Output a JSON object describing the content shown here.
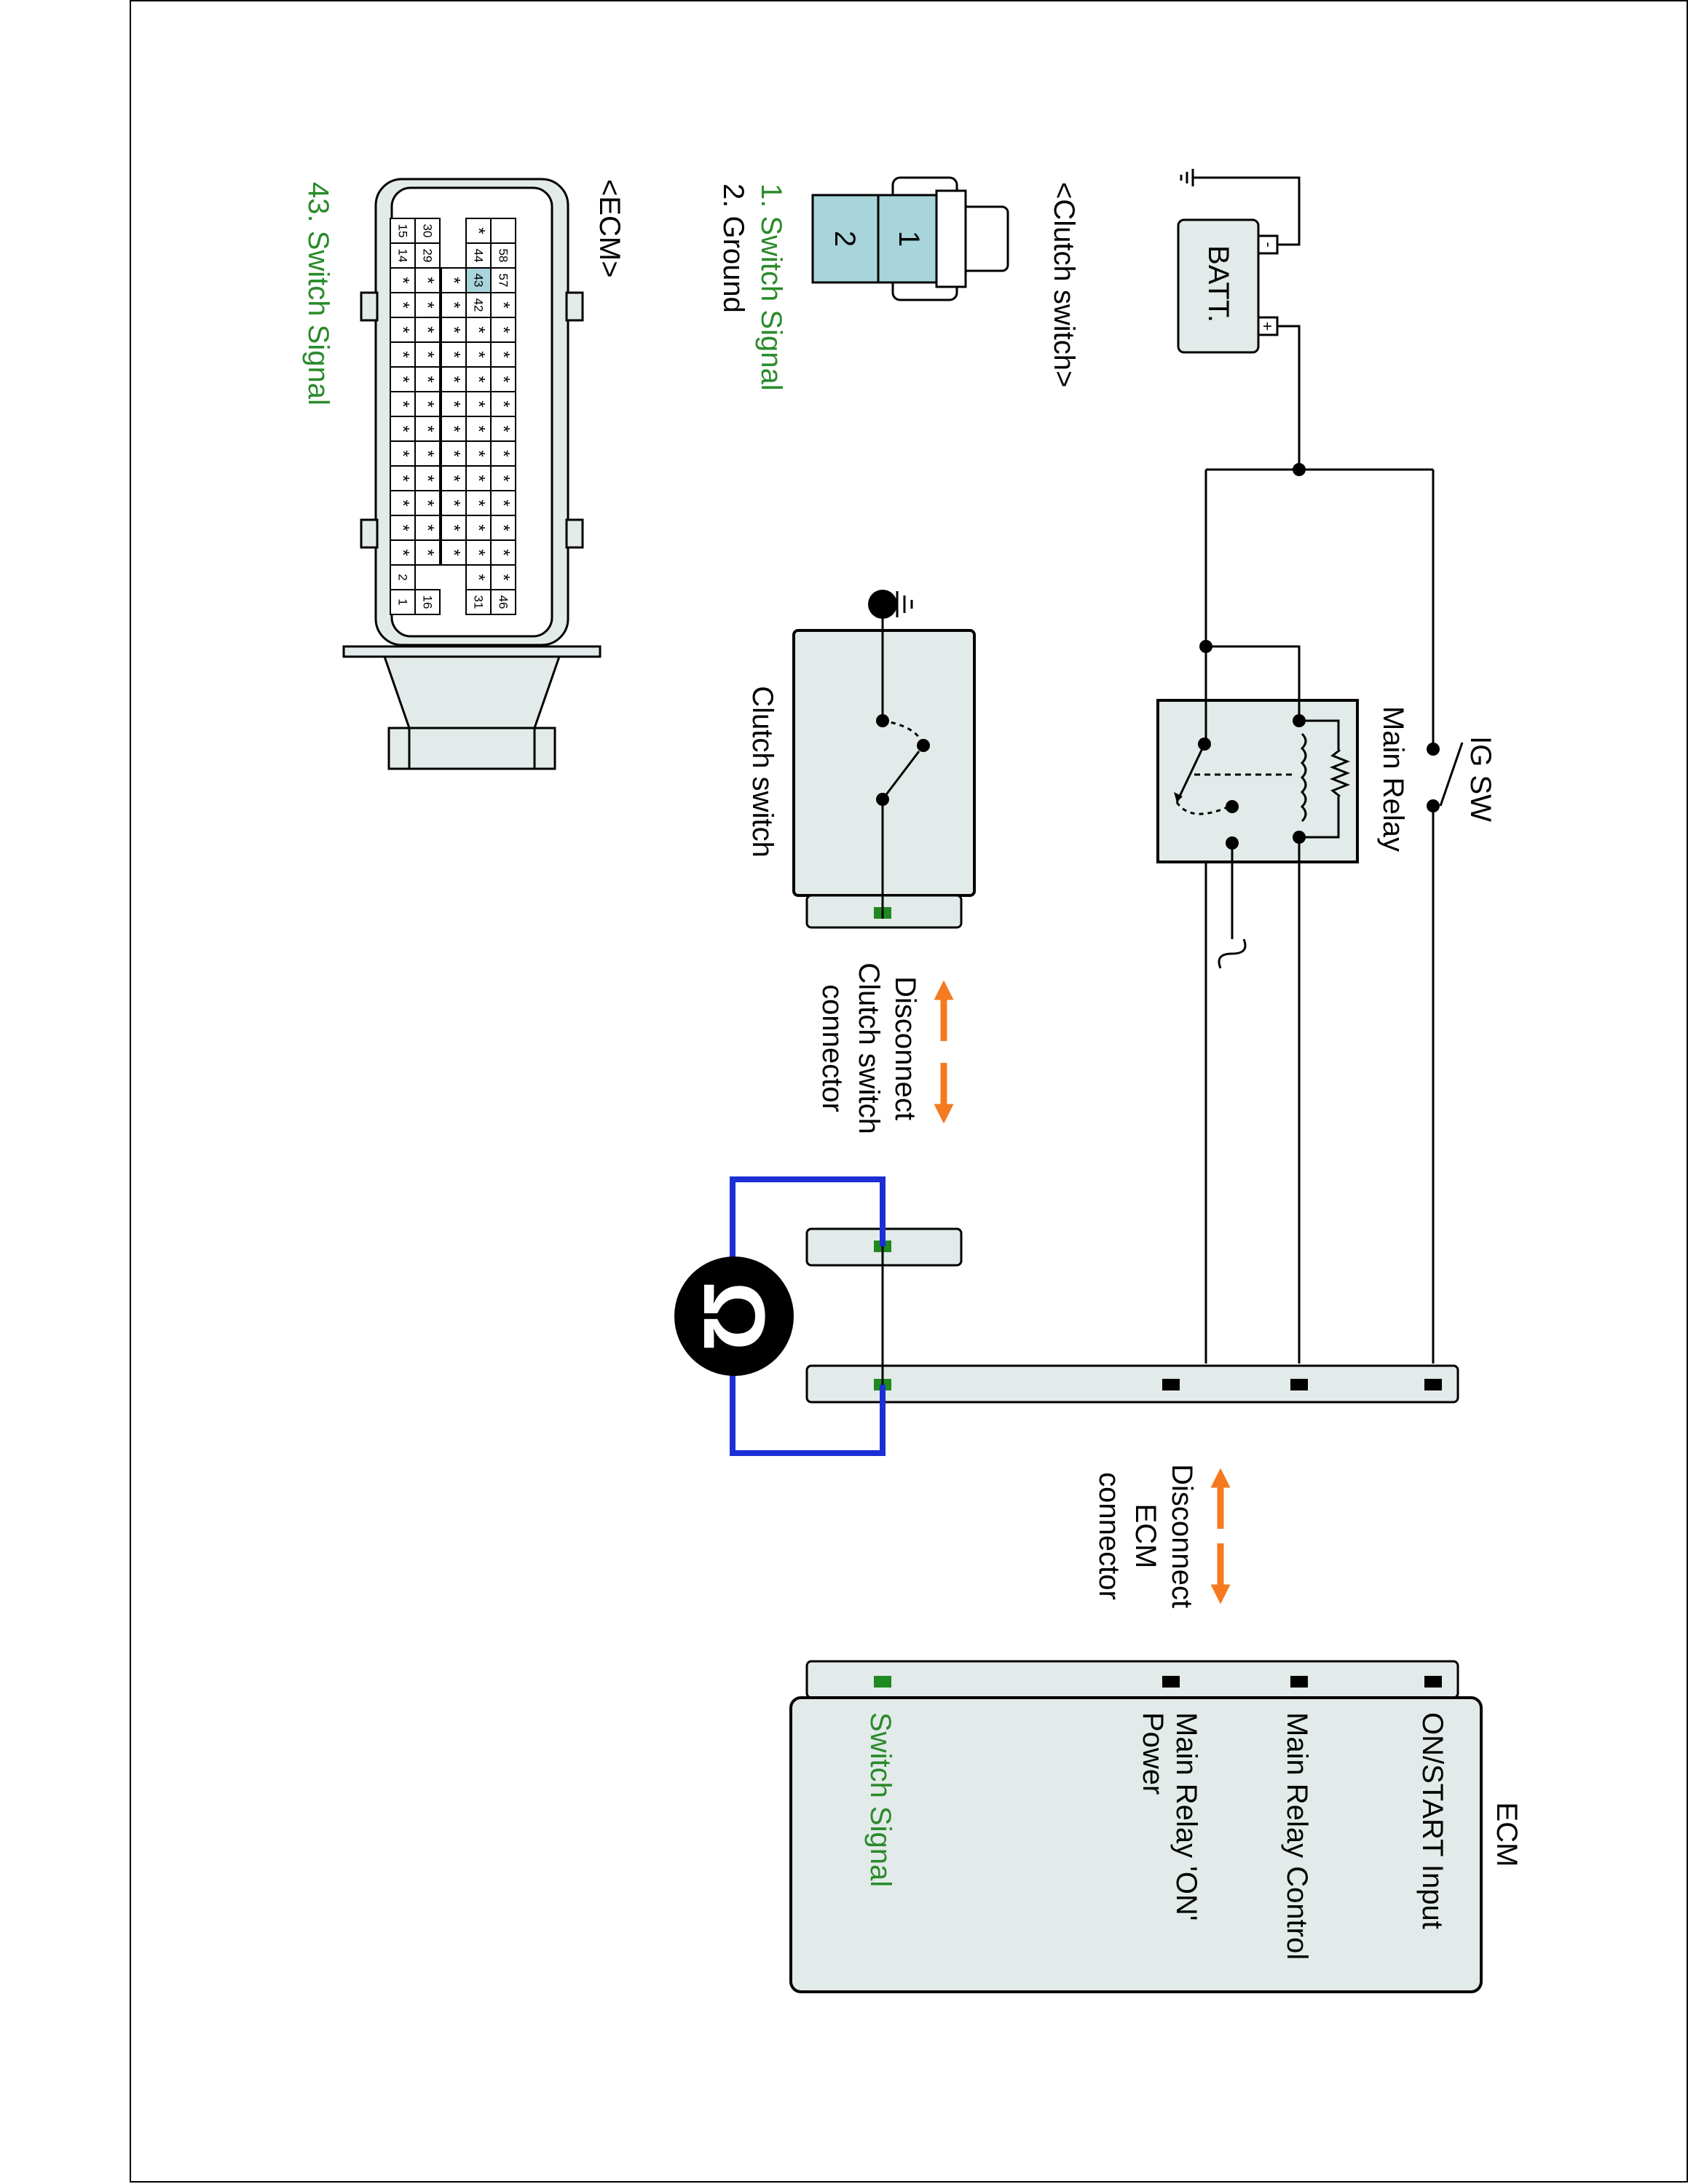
{
  "battery": {
    "label": "BATT.",
    "minus": "-",
    "plus": "+"
  },
  "ig_switch": {
    "label": "IG SW"
  },
  "main_relay": {
    "label": "Main Relay"
  },
  "clutch_switch": {
    "label": "Clutch switch"
  },
  "clutch_connector": {
    "title": "<Clutch switch>",
    "pin1": "1",
    "pin2": "2",
    "pins": [
      "1. Switch Signal",
      "2. Ground"
    ]
  },
  "ecm_connector": {
    "title": "<ECM>",
    "callout": "43. Switch Signal",
    "row_numbers": [
      "58",
      "57",
      "44",
      "43",
      "42",
      "30",
      "29",
      "15",
      "14",
      "46",
      "31",
      "16",
      "2",
      "1"
    ],
    "marker": "*"
  },
  "disconnect_clutch": [
    "Disconnect",
    "Clutch switch",
    "connector"
  ],
  "disconnect_ecm": [
    "Disconnect",
    "ECM",
    "connector"
  ],
  "meter": {
    "symbol": "Ω"
  },
  "ecm": {
    "title": "ECM",
    "pins": [
      "ON/START Input",
      "Main Relay Control",
      "Main Relay 'ON'",
      "Power",
      "Switch Signal"
    ]
  },
  "colors": {
    "wire": "#000000",
    "highlight_text": "#2a8a2a",
    "terminal_green": "#1f8a1f",
    "meter_lead": "#1c2fd6",
    "arrow": "#f47a1f",
    "component_fill": "#e3eaea",
    "pin_highlight": "#a8d4dc"
  }
}
